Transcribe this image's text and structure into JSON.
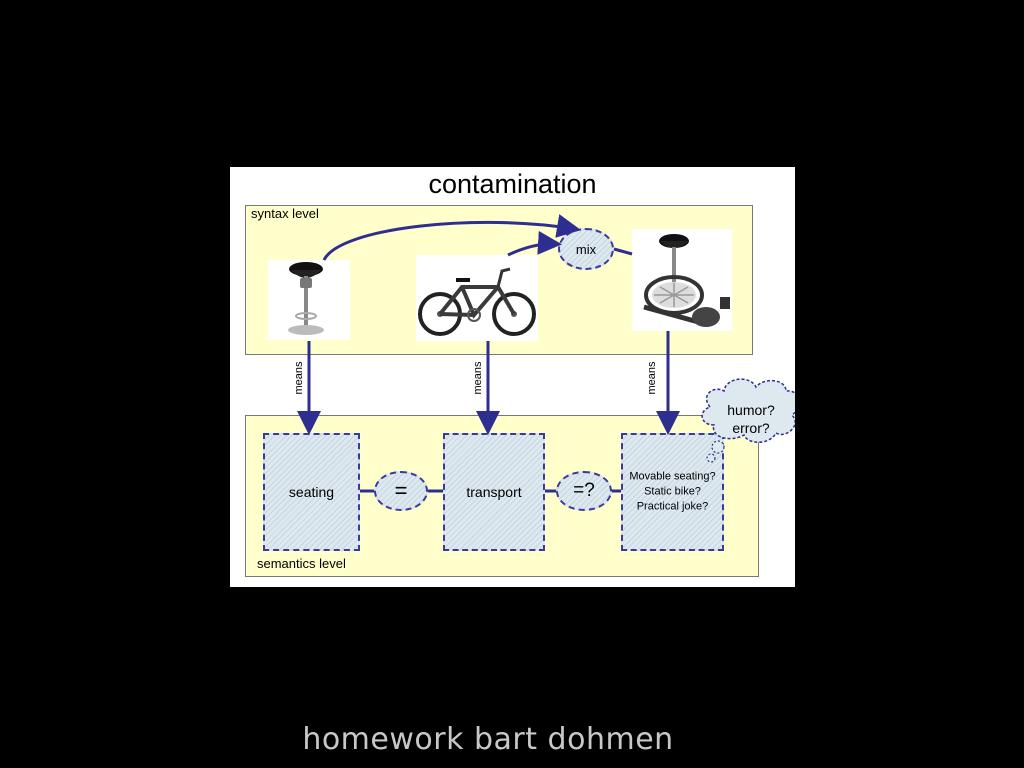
{
  "title": "contamination",
  "syntax_label": "syntax level",
  "semantics_label": "semantics level",
  "mix_label": "mix",
  "means_labels": [
    "means",
    "means",
    "means"
  ],
  "boxes": {
    "seating": "seating",
    "transport": "transport",
    "result_lines": [
      "Movable seating?",
      "Static bike?",
      "Practical joke?"
    ]
  },
  "equals_label": "=",
  "question_equals_label": "=?",
  "thought_bubble": [
    "humor?",
    "error?"
  ],
  "footer": "homework bart dohmen",
  "colors": {
    "arrow": "#2e2e90",
    "panel": "#ffffcc",
    "hatch": "#c7d6e2"
  },
  "images": [
    "bar-stool",
    "bicycle",
    "saddle-bike-hybrid"
  ]
}
